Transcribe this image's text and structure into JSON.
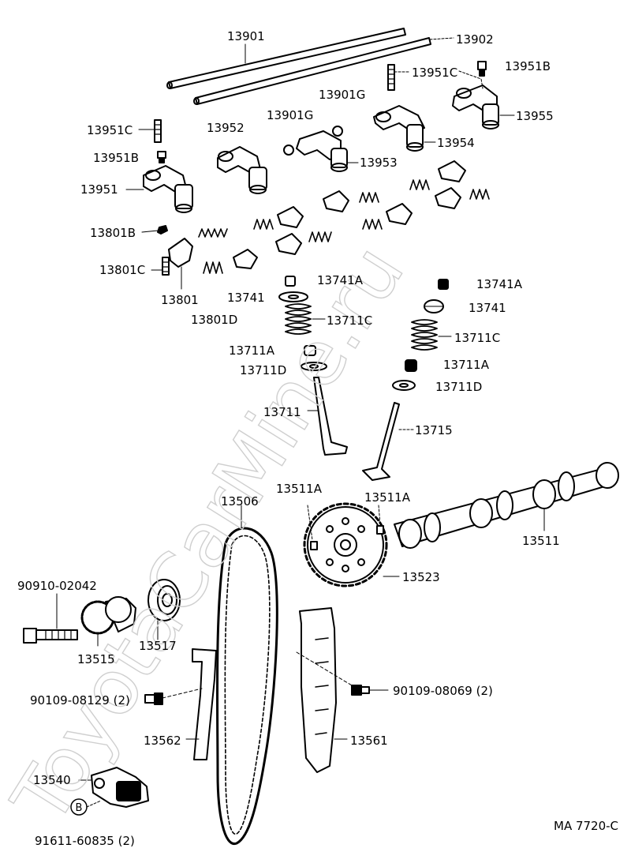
{
  "watermark": "ToyotaCarMine.ru",
  "diagram_code": "MA 7720-C",
  "circle_marker": "B",
  "labels": {
    "p13901": "13901",
    "p13902": "13902",
    "p13951C_top": "13951C",
    "p13951B_top": "13951B",
    "p13901G_a": "13901G",
    "p13901G_b": "13901G",
    "p13955": "13955",
    "p13954": "13954",
    "p13953": "13953",
    "p13952": "13952",
    "p13951C_left": "13951C",
    "p13951B_left": "13951B",
    "p13951": "13951",
    "p13801B": "13801B",
    "p13801C": "13801C",
    "p13801": "13801",
    "p13801D": "13801D",
    "p13741A_left": "13741A",
    "p13741_left": "13741",
    "p13711C_left": "13711C",
    "p13711A_left": "13711A",
    "p13711D_left": "13711D",
    "p13741A_right": "13741A",
    "p13741_right": "13741",
    "p13711C_right": "13711C",
    "p13711A_right": "13711A",
    "p13711D_right": "13711D",
    "p13711": "13711",
    "p13715": "13715",
    "p13506": "13506",
    "p13511A_a": "13511A",
    "p13511A_b": "13511A",
    "p13511": "13511",
    "p13523": "13523",
    "p90910": "90910-02042",
    "p13515": "13515",
    "p13517": "13517",
    "p90109_08129": "90109-08129 (2)",
    "p90109_08069": "90109-08069 (2)",
    "p13562": "13562",
    "p13561": "13561",
    "p13540": "13540",
    "p91611": "91611-60835 (2)"
  }
}
